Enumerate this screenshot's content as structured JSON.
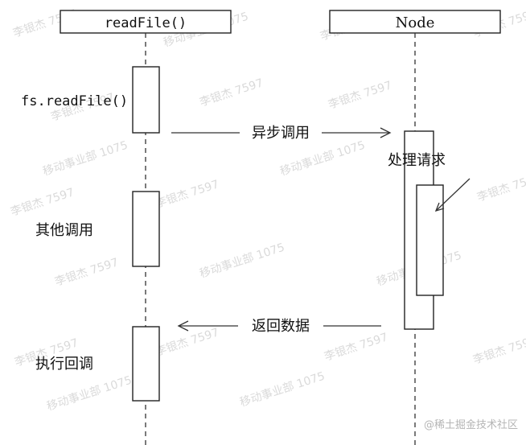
{
  "participants": {
    "left": "readFile()",
    "right": "Node"
  },
  "left_labels": {
    "call": "fs.readFile()",
    "other": "其他调用",
    "callback": "执行回调"
  },
  "messages": {
    "async_call": "异步调用",
    "process": "处理请求",
    "return_data": "返回数据"
  },
  "watermarks": {
    "handle": "李银杰 7597",
    "company": "移动事业部 1075"
  },
  "footer": {
    "credit": "@稀土掘金技术社区"
  }
}
